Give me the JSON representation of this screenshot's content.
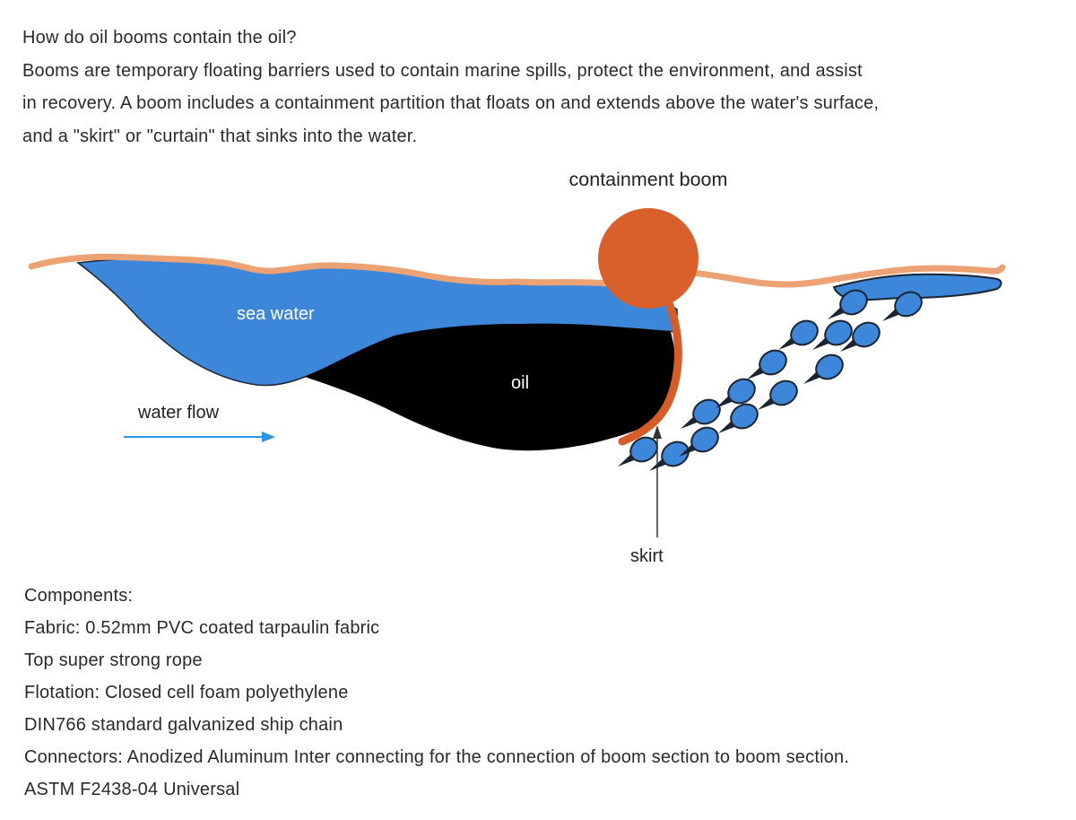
{
  "intro": {
    "heading": "How do oil booms contain the oil?",
    "lines": [
      "Booms are temporary floating barriers used to contain marine spills, protect the environment, and assist",
      "in recovery. A boom includes a containment partition that floats on and extends above the water's surface,",
      "and a \"skirt\" or \"curtain\" that sinks into the water."
    ]
  },
  "diagram": {
    "labels": {
      "containment_boom": "containment boom",
      "sea_water": "sea water",
      "oil": "oil",
      "water_flow": "water flow",
      "skirt": "skirt"
    },
    "colors": {
      "boom_float": "#d9602b",
      "skirt_stroke": "#d75c27",
      "surface_line": "#eda273",
      "sea_water": "#3d87db",
      "oil": "#000000",
      "flow_arrow": "#2b95e8",
      "outline": "#1b2430",
      "text": "#2a2a2a"
    }
  },
  "components": {
    "heading": "Components:",
    "items": [
      "Fabric: 0.52mm PVC coated tarpaulin fabric",
      "Top super strong rope",
      "Flotation: Closed cell foam polyethylene",
      "DIN766 standard galvanized ship chain",
      "Connectors: Anodized Aluminum Inter connecting for the connection of boom section to boom section.",
      "ASTM F2438-04 Universal"
    ]
  }
}
